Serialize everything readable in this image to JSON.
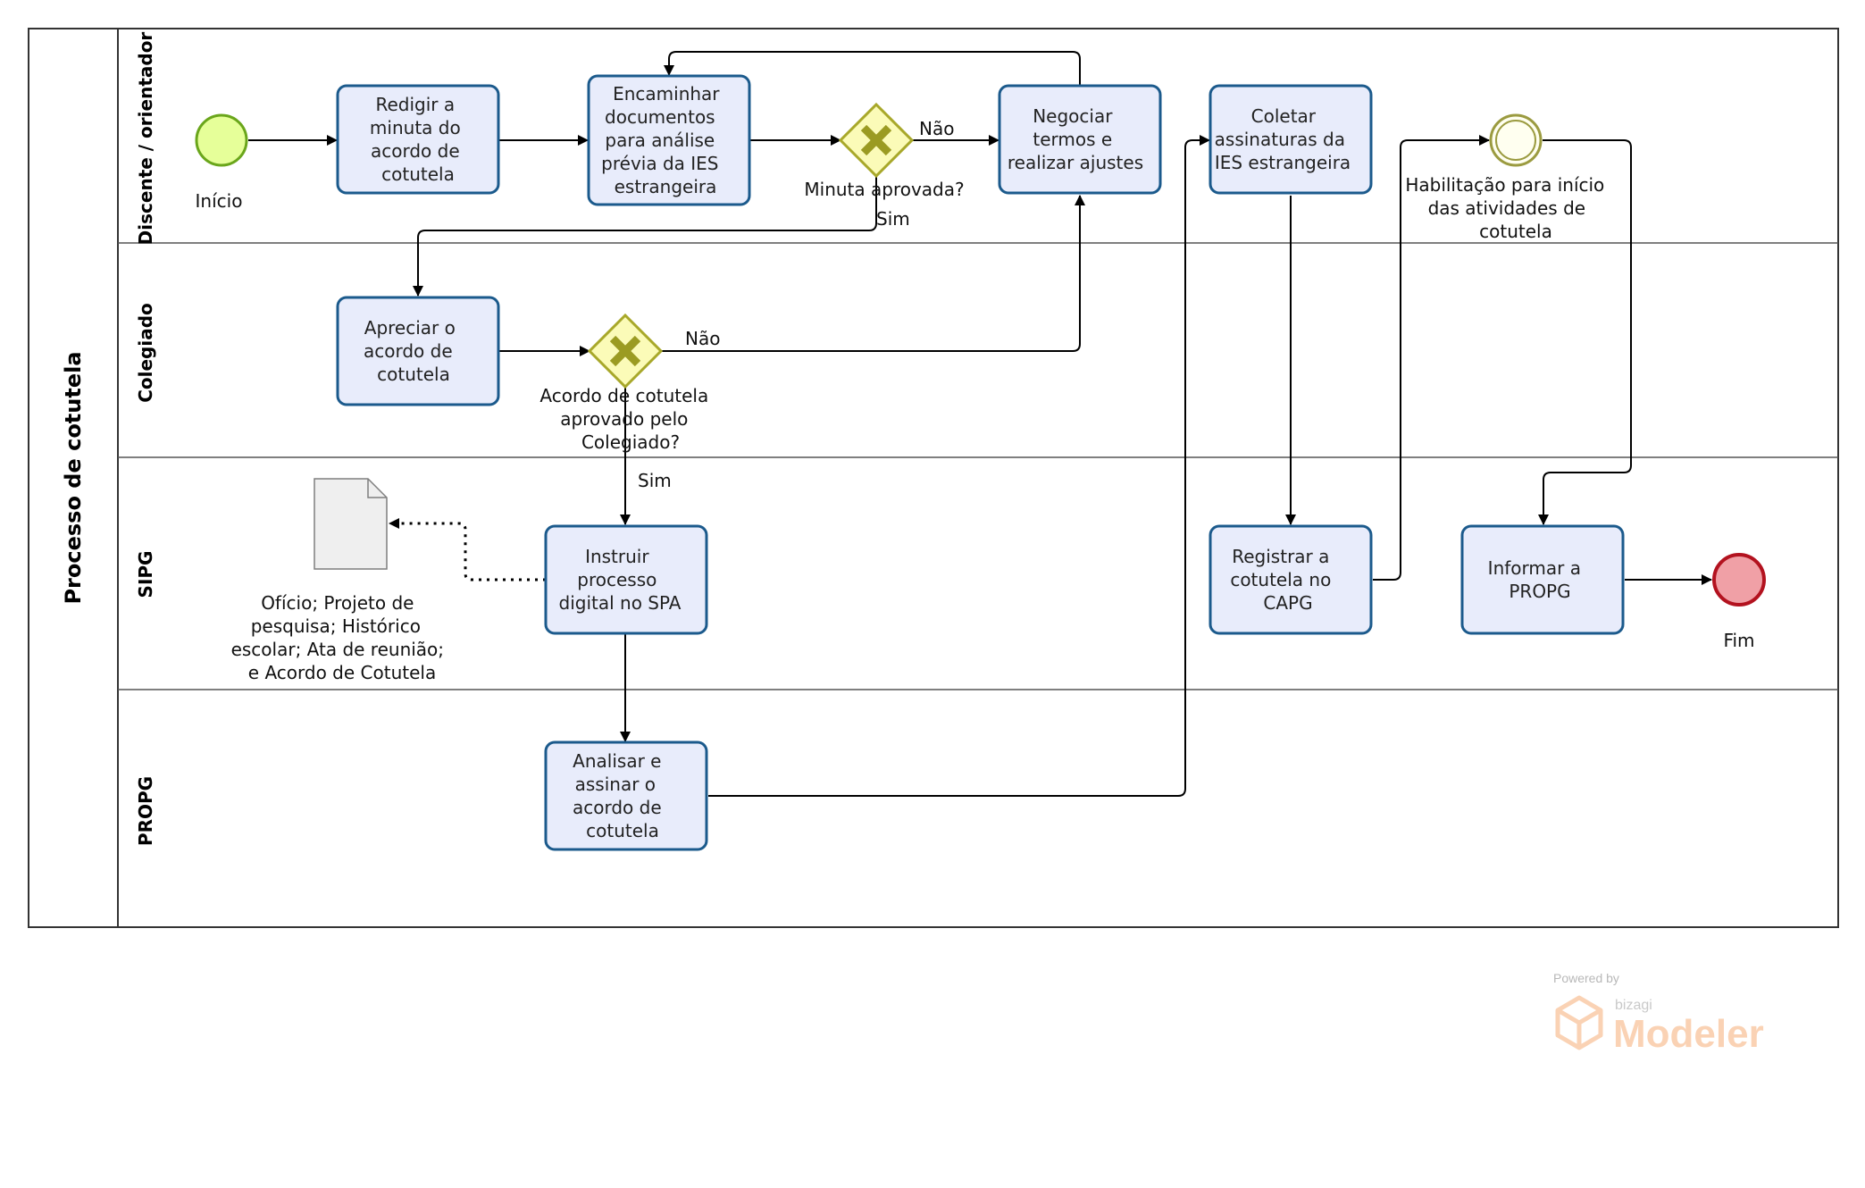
{
  "pool": {
    "title": "Processo de cotutela"
  },
  "lanes": [
    {
      "id": "discente",
      "label": "Discente / orientador"
    },
    {
      "id": "colegiado",
      "label": "Colegiado"
    },
    {
      "id": "sipg",
      "label": "SIPG"
    },
    {
      "id": "propg",
      "label": "PROPG"
    }
  ],
  "events": {
    "start": {
      "label": "Início"
    },
    "intermediate": {
      "label": [
        "Habilitação para início",
        "das atividades de",
        "cotutela"
      ]
    },
    "end": {
      "label": "Fim"
    }
  },
  "tasks": [
    {
      "id": "t1",
      "lines": [
        "Redigir a",
        "minuta do",
        "acordo de",
        "cotutela"
      ]
    },
    {
      "id": "t2",
      "lines": [
        "Encaminhar",
        "documentos",
        "para análise",
        "prévia da IES",
        "estrangeira"
      ]
    },
    {
      "id": "t3",
      "lines": [
        "Negociar",
        "termos e",
        "realizar ajustes"
      ]
    },
    {
      "id": "t4",
      "lines": [
        "Coletar",
        "assinaturas da",
        "IES estrangeira"
      ]
    },
    {
      "id": "t5",
      "lines": [
        "Apreciar o",
        "acordo de",
        "cotutela"
      ]
    },
    {
      "id": "t6",
      "lines": [
        "Instruir",
        "processo",
        "digital no SPA"
      ]
    },
    {
      "id": "t7",
      "lines": [
        "Registrar a",
        "cotutela no",
        "CAPG"
      ]
    },
    {
      "id": "t8",
      "lines": [
        "Informar a",
        "PROPG"
      ]
    },
    {
      "id": "t9",
      "lines": [
        "Analisar e",
        "assinar o",
        "acordo de",
        "cotutela"
      ]
    }
  ],
  "gateways": [
    {
      "id": "g1",
      "label": [
        "Minuta aprovada?"
      ]
    },
    {
      "id": "g2",
      "label": [
        "Acordo de cotutela",
        "aprovado pelo",
        "Colegiado?"
      ]
    }
  ],
  "flow_labels": {
    "g1_no": "Não",
    "g1_yes": "Sim",
    "g2_no": "Não",
    "g2_yes": "Sim"
  },
  "data_object": {
    "lines": [
      "Ofício; Projeto de",
      "pesquisa; Histórico",
      "escolar; Ata de reunião;",
      "e Acordo de Cotutela"
    ]
  },
  "watermark": {
    "powered": "Powered by",
    "brand": "bizagi",
    "product": "Modeler"
  },
  "colors": {
    "task_fill": "#e8ecfb",
    "task_stroke": "#1b5a8c",
    "start_fill": "#e6ff99",
    "start_stroke": "#6aa61b",
    "end_fill": "#f0a0a6",
    "end_stroke": "#b3121f",
    "gateway_fill": "#fbfbb8",
    "gateway_stroke": "#a8a82a",
    "gateway_mark": "#9b9b22",
    "intermediate_fill": "#fffff0",
    "intermediate_stroke": "#9b9b40",
    "watermark": "#f7b98a"
  }
}
